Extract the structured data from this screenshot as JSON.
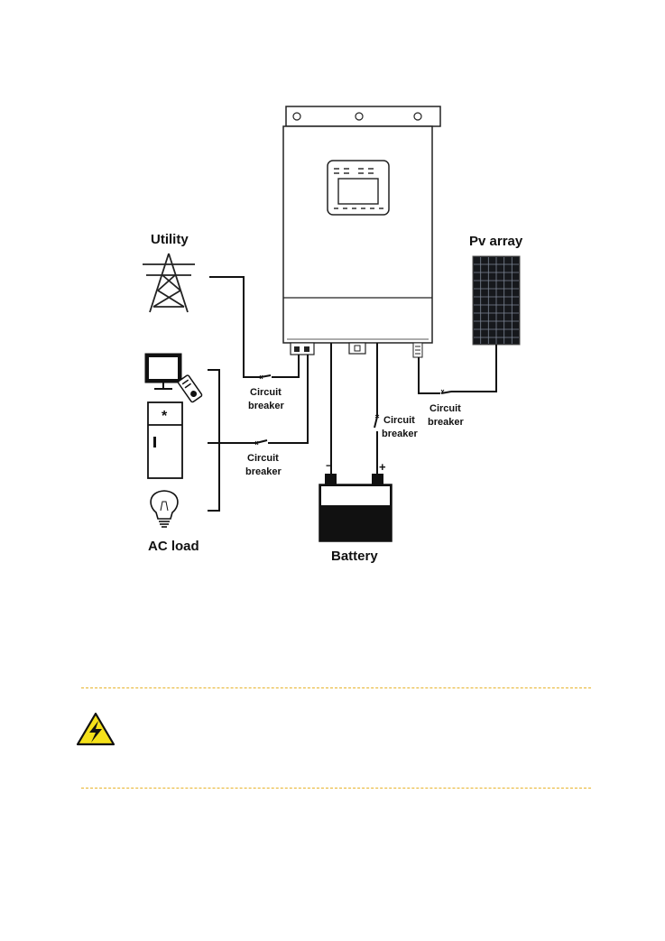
{
  "labels": {
    "utility": "Utility",
    "pv_array": "Pv array",
    "ac_load": "AC load",
    "battery": "Battery",
    "breaker_line1": "Circuit",
    "breaker_line2": "breaker",
    "minus": "−",
    "plus": "+",
    "fridge_mark": "*"
  },
  "icons": [
    "transmission-tower-icon",
    "tv-icon",
    "refrigerator-icon",
    "lightbulb-icon",
    "solar-panel-icon",
    "battery-icon",
    "inverter-icon",
    "high-voltage-warning-icon"
  ],
  "colors": {
    "line": "#111111",
    "warning_yellow": "#f5e11a",
    "divider": "#e8b32a"
  }
}
